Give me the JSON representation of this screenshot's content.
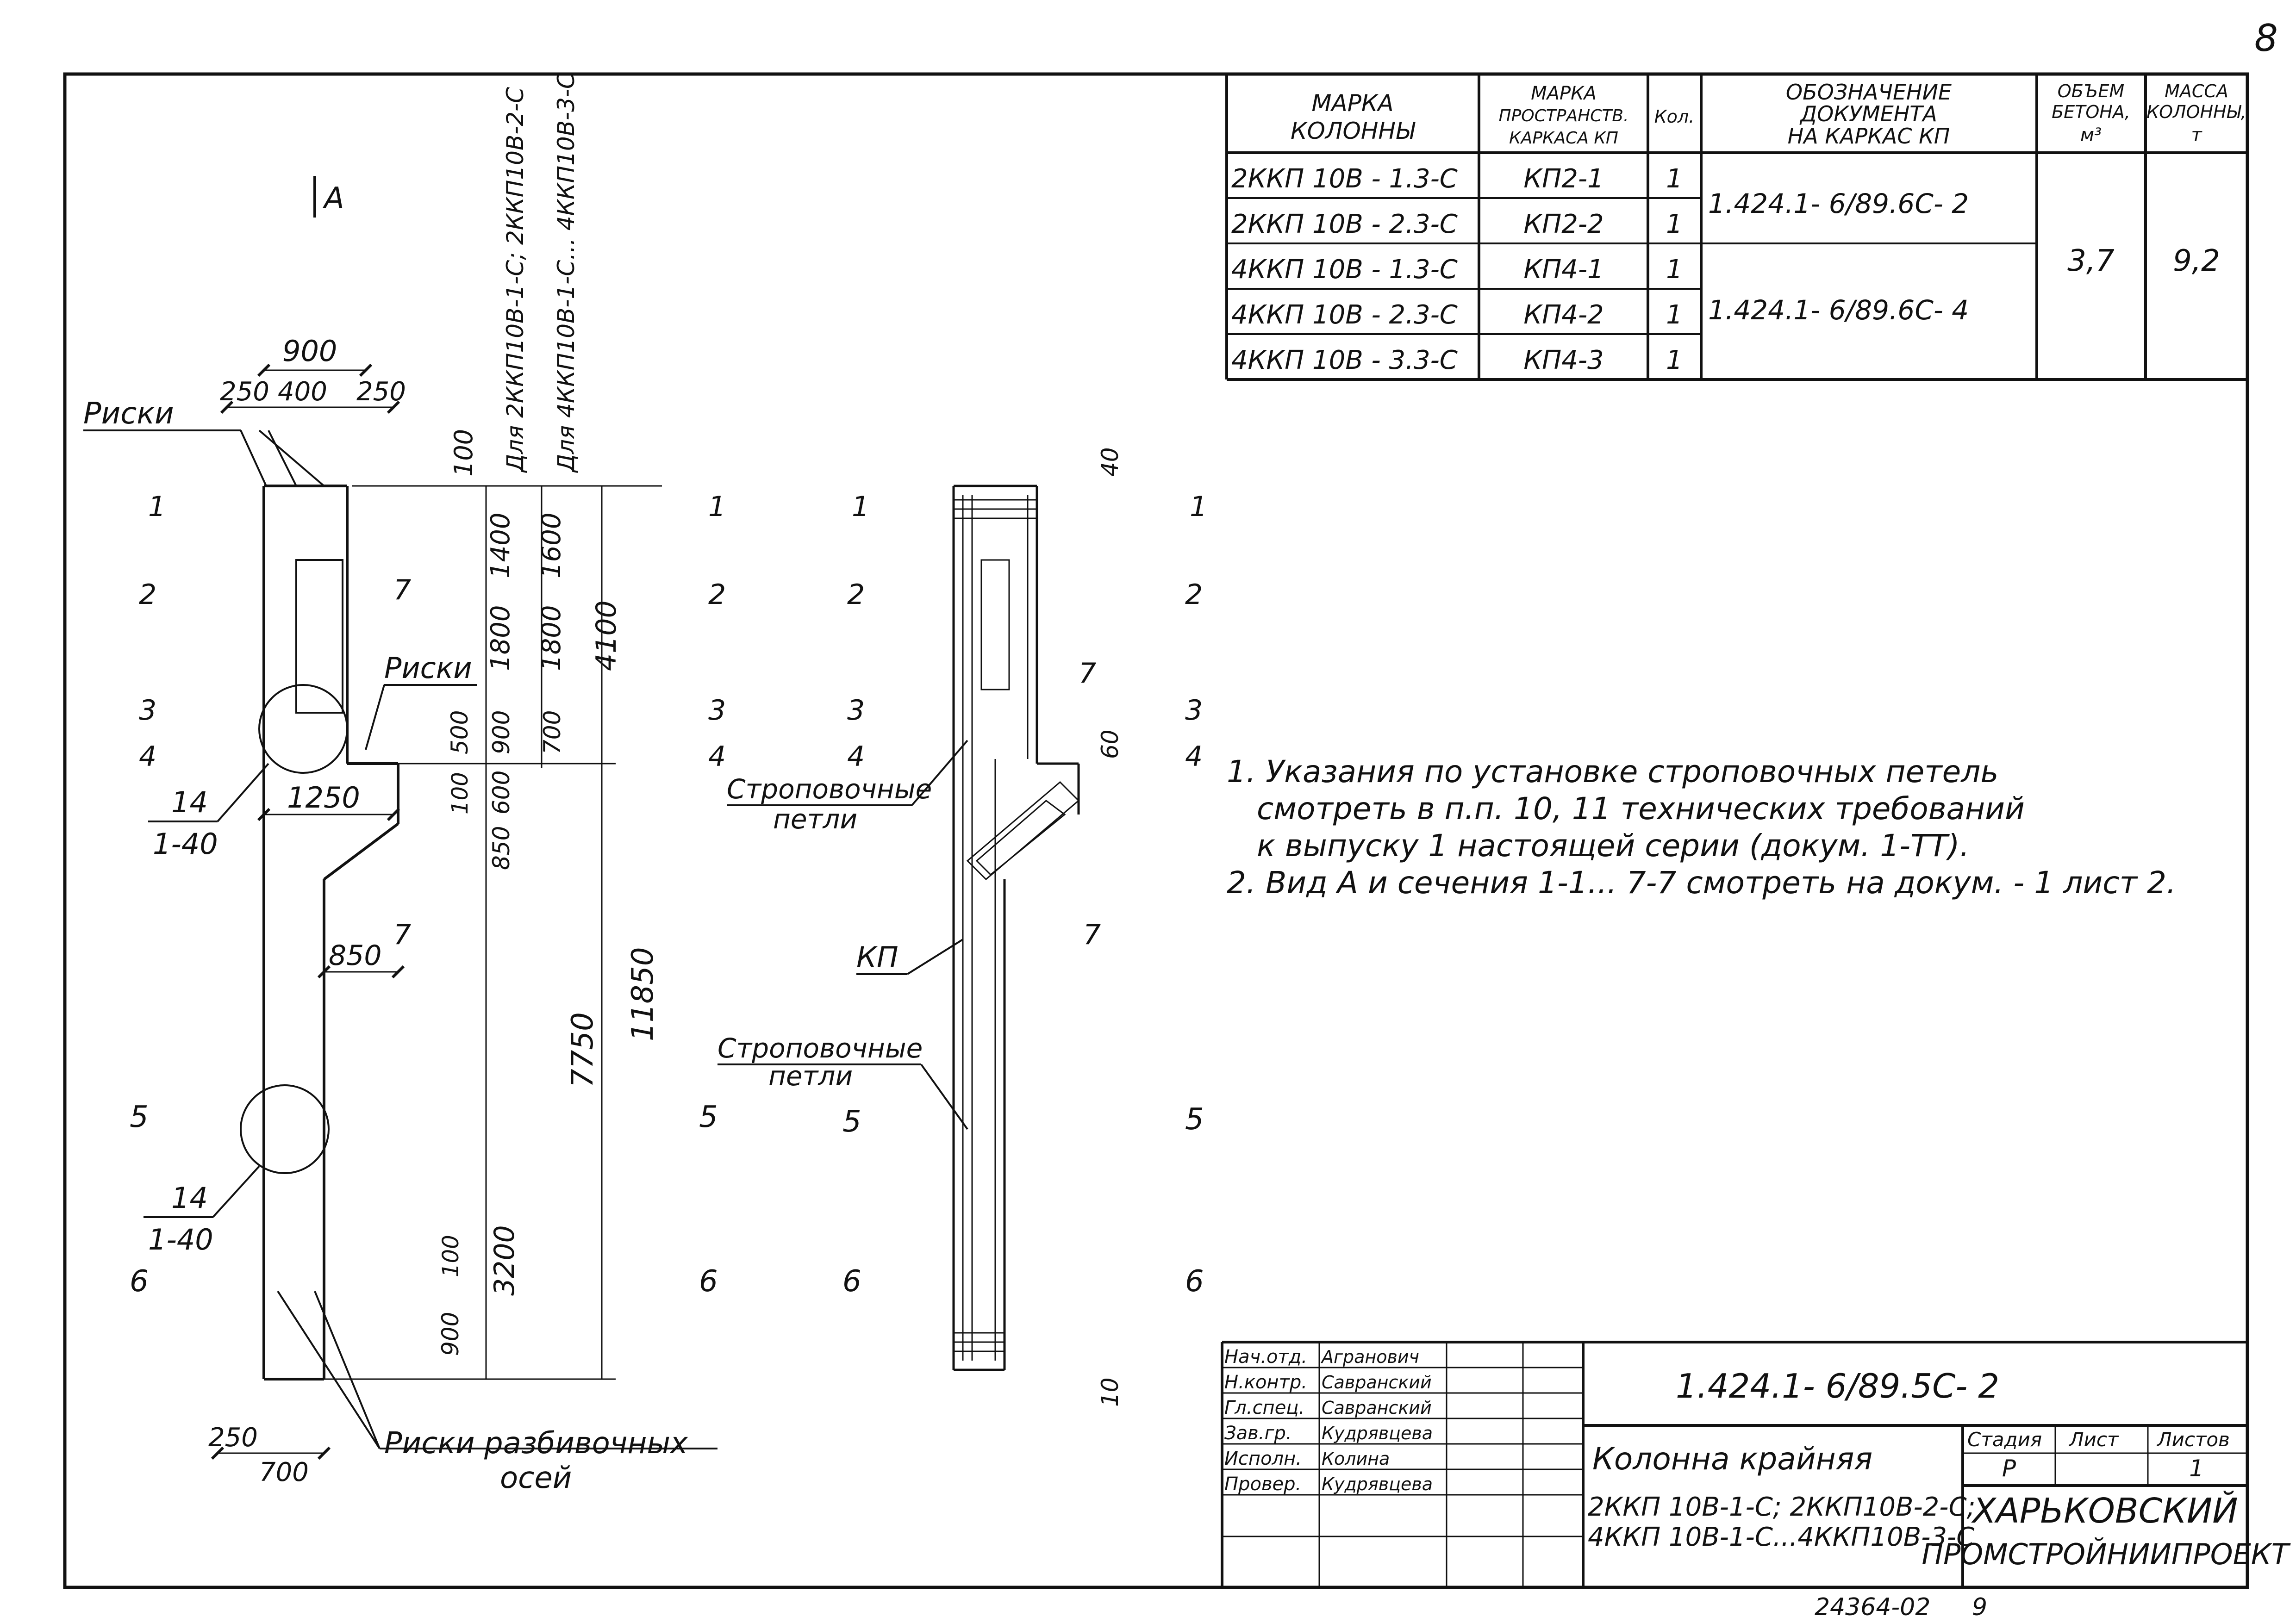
{
  "page_number": "8",
  "spec_table": {
    "headers": [
      "МАРКА КОЛОННЫ",
      "МАРКА ПРОСТРАНСТВ. КАРКАСА КП",
      "Кол.",
      "ОБОЗНАЧЕНИЕ ДОКУМЕНТА НА КАРКАС КП",
      "ОБЪЕМ БЕТОНА, м³",
      "МАССА КОЛОННЫ, т"
    ],
    "rows": [
      {
        "mark": "2ККП 10В - 1.3-С",
        "frame": "КП2-1",
        "qty": "1"
      },
      {
        "mark": "2ККП 10В - 2.3-С",
        "frame": "КП2-2",
        "qty": "1"
      },
      {
        "mark": "4ККП 10В - 1.3-С",
        "frame": "КП4-1",
        "qty": "1"
      },
      {
        "mark": "4ККП 10В - 2.3-С",
        "frame": "КП4-2",
        "qty": "1"
      },
      {
        "mark": "4ККП 10В - 3.3-С",
        "frame": "КП4-3",
        "qty": "1"
      }
    ],
    "doc_a": "1.424.1- 6/89.6С- 2",
    "doc_b": "1.424.1- 6/89.6С- 4",
    "volume": "3,7",
    "mass": "9,2"
  },
  "notes": [
    "1. Указания по установке строповочных петель",
    "смотреть в п.п. 10, 11 технических требований",
    "к выпуску 1 настоящей серии (докум. 1-ТТ).",
    "2. Вид А и сечения 1-1... 7-7 смотреть на докум. - 1 лист 2."
  ],
  "drawing": {
    "view_a": "А",
    "label_riski": "Риски",
    "label_riski_axes_1": "Риски разбивочных",
    "label_riski_axes_2": "осей",
    "label_stropo_1": "Строповочные",
    "label_stropo_2": "петли",
    "label_kp": "КП",
    "for_2kkp": "Для 2ККП10В-1-С; 2ККП10В-2-С",
    "for_4kkp": "Для 4ККП10В-1-С... 4ККП10В-3-С",
    "detail": "14",
    "detail_sheet": "1-40",
    "dims": {
      "d900": "900",
      "d250": "250",
      "d400": "400",
      "d100": "100",
      "d1400": "1400",
      "d1600": "1600",
      "d1800": "1800",
      "d4100": "4100",
      "d500": "500",
      "d900b": "900",
      "d700": "700",
      "d600": "600",
      "d850": "850",
      "d1250": "1250",
      "d7750": "7750",
      "d11850": "11850",
      "d3200": "3200",
      "d40": "40",
      "d60": "60",
      "d10": "10"
    },
    "sections": [
      "1",
      "2",
      "3",
      "4",
      "5",
      "6",
      "7"
    ]
  },
  "title_block": {
    "roles": [
      "Нач.отд.",
      "Н.контр.",
      "Гл.спец.",
      "Зав.гр.",
      "Исполн.",
      "Провер."
    ],
    "names": [
      "Агранович",
      "Савранский",
      "Савранский",
      "Кудрявцева",
      "Колина",
      "Кудрявцева"
    ],
    "code": "1.424.1- 6/89.5С- 2",
    "title": "Колонна крайняя",
    "marks_1": "2ККП 10В-1-С; 2ККП10В-2-С;",
    "marks_2": "4ККП 10В-1-С...4ККП10В-3-С",
    "stage_label": "Стадия",
    "sheet_label": "Лист",
    "sheets_label": "Листов",
    "stage": "Р",
    "sheets": "1",
    "org_1": "ХАРЬКОВСКИЙ",
    "org_2": "ПРОМСТРОЙНИИПРОЕКТ"
  },
  "footer_code": "24364-02",
  "footer_page": "9"
}
